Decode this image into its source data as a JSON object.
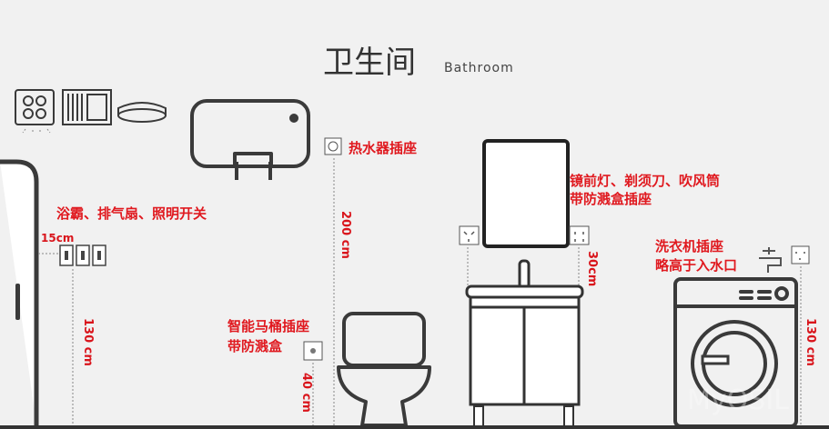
{
  "title": {
    "cn": "卫生间",
    "en": "Bathroom"
  },
  "labels": {
    "water_heater_socket": "热水器插座",
    "switches": "浴霸、排气扇、照明开关",
    "mirror_line1": "镜前灯、剃须刀、吹风筒",
    "mirror_line2": "带防溅盒插座",
    "toilet_line1": "智能马桶插座",
    "toilet_line2": "带防溅盒",
    "washer_line1": "洗衣机插座",
    "washer_line2": "略高于入水口"
  },
  "dimensions": {
    "switch_offset": "15cm",
    "switch_height": "130 cm",
    "water_heater_height": "200 cm",
    "toilet_height": "40 cm",
    "mirror_socket_height": "30cm",
    "washer_height": "130 cm"
  },
  "watermark": "MyOSIL",
  "colors": {
    "accent": "#e0191f",
    "line": "#3a3a3a",
    "background": "#f1f1f1"
  }
}
